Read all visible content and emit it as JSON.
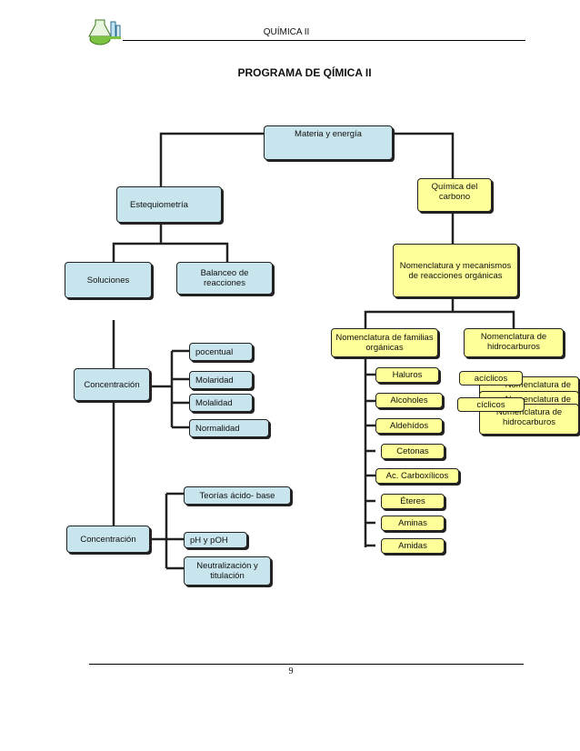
{
  "header": {
    "title": "QUÍMICA II"
  },
  "document": {
    "title": "PROGRAMA DE QÍMICA II"
  },
  "footer": {
    "page_number": "9"
  },
  "colors": {
    "blue_node": "#c8e4ec",
    "yellow_node": "#ffff99",
    "line": "#222222"
  },
  "icons": {
    "logo": "chemistry-lab-flask-icon"
  },
  "nodes": {
    "root": "Materia y energía",
    "estequiometria": "Estequiometría",
    "soluciones": "Soluciones",
    "balanceo": "Balanceo de reacciones",
    "concentracion1": "Concentración",
    "pocentual": "pocentual",
    "molaridad": "Molaridad",
    "molalidad": "Molalidad",
    "normalidad": "Normalidad",
    "concentracion2": "Concentración",
    "teorias": "Teorías ácido- base",
    "ph": "pH y pOH",
    "neutralizacion": "Neutralización y titulación",
    "quimica_carbono": "Química del carbono",
    "nomenclatura_mec": "Nomenclatura y mecanismos de reacciones orgánicas",
    "nom_familias": "Nomenclatura de familias orgánicas",
    "nom_hidrocarburos": "Nomenclatura de hidrocarburos",
    "haluros": "Haluros",
    "alcoholes": "Alcoholes",
    "aldehidos": "Aldehídos",
    "cetonas": "Cetonas",
    "carboxilicos": "Ac. Carboxílicos",
    "eteres": "Éteres",
    "aminas": "Aminas",
    "amidas": "Amidas",
    "stack_back1": "Nomenclatura de",
    "stack_back2": "Nomenclatura de",
    "stack_front": "Nomenclatura de hidrocarburos",
    "aciclicos": "acíclicos",
    "ciclicos": "cíclicos"
  }
}
